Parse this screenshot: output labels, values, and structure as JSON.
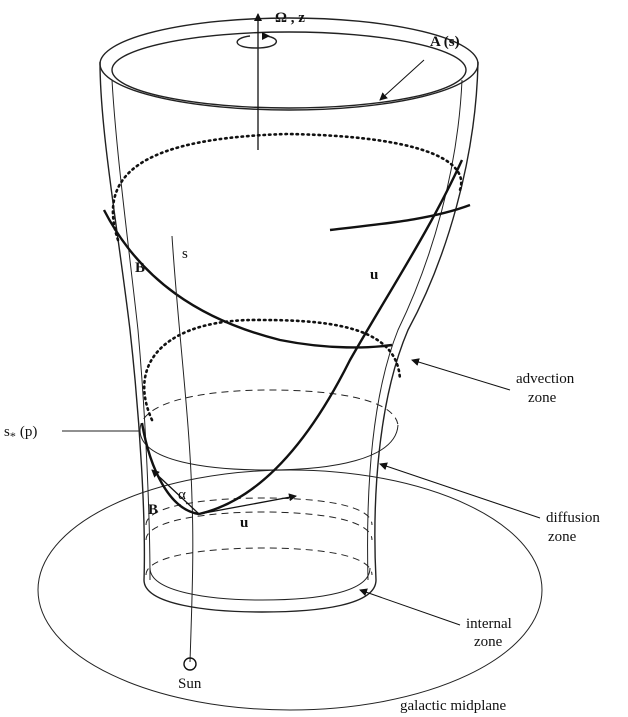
{
  "labels": {
    "omega_z": "Ω , z",
    "A_s": "A (s)",
    "s": "s",
    "B_upper": "B",
    "u_upper": "u",
    "advection_line1": "advection",
    "advection_line2": "zone",
    "s_star": "s",
    "s_star_sub": "*",
    "s_star_arg": "(p)",
    "alpha": "α",
    "B_lower": "B",
    "u_lower": "u",
    "diffusion_line1": "diffusion",
    "diffusion_line2": "zone",
    "sun": "Sun",
    "internal_line1": "internal",
    "internal_line2": "zone",
    "galactic_midplane": "galactic midplane"
  }
}
